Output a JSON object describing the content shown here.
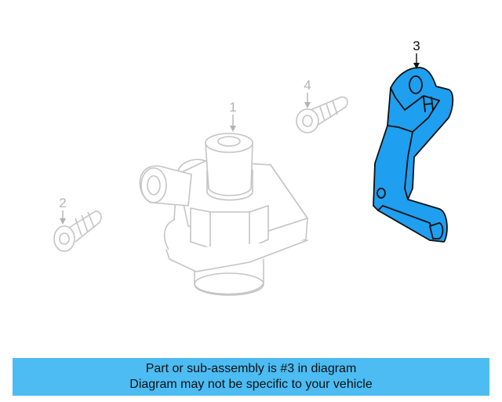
{
  "diagram": {
    "callouts": [
      {
        "id": "1",
        "label": "1",
        "highlighted": false
      },
      {
        "id": "2",
        "label": "2",
        "highlighted": false
      },
      {
        "id": "3",
        "label": "3",
        "highlighted": true
      },
      {
        "id": "4",
        "label": "4",
        "highlighted": false
      }
    ],
    "colors": {
      "highlight_fill": "#1f9ff0",
      "highlight_stroke": "#111111",
      "dim_stroke": "#c4c4c4",
      "banner_bg": "#4cbcf3"
    }
  },
  "banner": {
    "line1": "Part or sub-assembly is #3 in diagram",
    "line2": "Diagram may not be specific to your vehicle"
  }
}
